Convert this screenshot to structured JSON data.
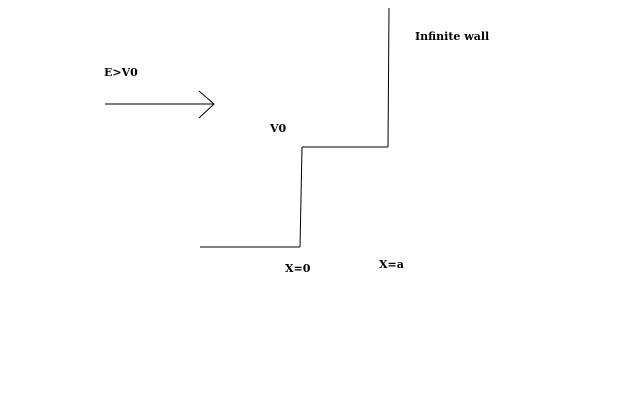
{
  "labels": {
    "energy": "E>V0",
    "step_height": "V0",
    "wall": "Infinite wall",
    "x_zero": "X=0",
    "x_a": "X=a"
  },
  "colors": {
    "ink": "#000000",
    "background": "#ffffff"
  }
}
